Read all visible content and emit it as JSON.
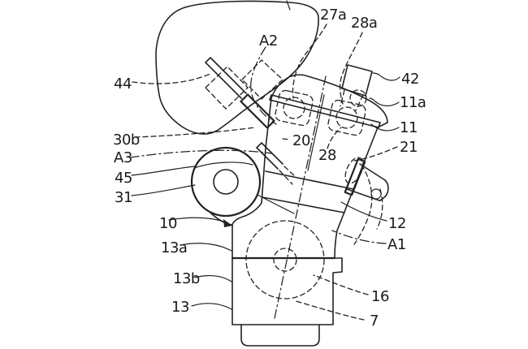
{
  "figure": {
    "kind": "patent-line-drawing",
    "subject": "engine-unit-side-view",
    "colors": {
      "ink": "#222222",
      "paper": "#ffffff"
    },
    "reference_numerals": [
      "7",
      "10",
      "11",
      "11a",
      "12",
      "13",
      "13a",
      "13b",
      "16",
      "20",
      "21",
      "27a",
      "28",
      "28a",
      "30b",
      "31",
      "42",
      "44",
      "45",
      "A1",
      "A2",
      "A3"
    ],
    "labels": {
      "n27a": "27a",
      "n28a": "28a",
      "a2": "A2",
      "n44": "44",
      "n42": "42",
      "n11a": "11a",
      "n11": "11",
      "n21": "21",
      "n30b": "30b",
      "n20": "20",
      "n28": "28",
      "a3": "A3",
      "n45": "45",
      "n31": "31",
      "n10": "10",
      "n12": "12",
      "a1": "A1",
      "n13a": "13a",
      "n13b": "13b",
      "n16": "16",
      "n13": "13",
      "n7": "7"
    }
  }
}
